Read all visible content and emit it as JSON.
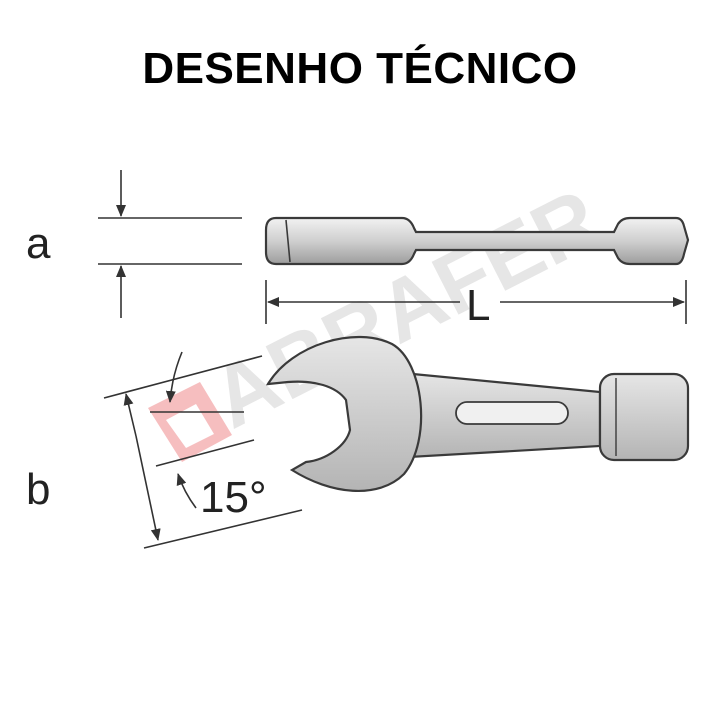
{
  "title": "DESENHO TÉCNICO",
  "labels": {
    "a": "a",
    "L": "L",
    "b": "b",
    "angle": "15°"
  },
  "watermark": {
    "text": "ABRAFER",
    "color": "#e8474a"
  },
  "colors": {
    "tool_fill": "#d6d6d6",
    "outline": "#3a3a3a"
  }
}
